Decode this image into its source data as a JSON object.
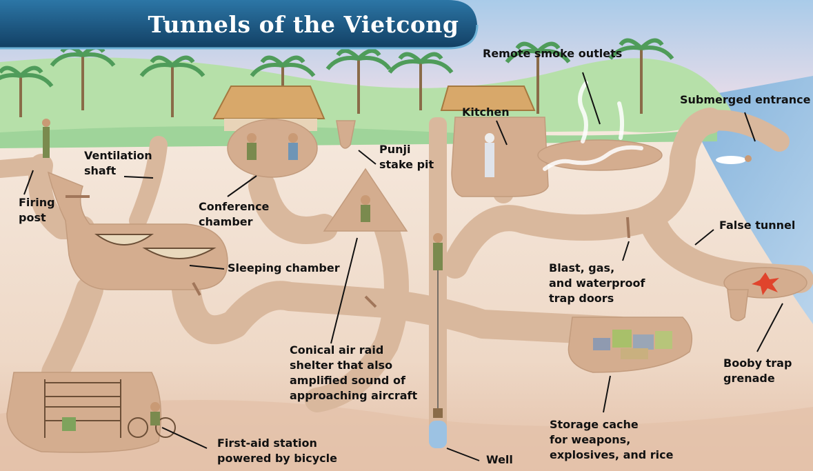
{
  "title": "Tunnels of the Vietcong",
  "colors": {
    "sky": "#cfe3f4",
    "jungle": "#bfe3b4",
    "soil_top": "#f1dfcf",
    "soil_deep": "#e6c4ad",
    "tunnel": "#d8b69a",
    "chamber": "#c9a285",
    "water": "#8fb8dc",
    "banner": "#1f5c86"
  },
  "labels": {
    "firing_post": [
      "Firing",
      "post"
    ],
    "ventilation_shaft": [
      "Ventilation",
      "shaft"
    ],
    "conference_chamber": [
      "Conference",
      "chamber"
    ],
    "punji_pit": [
      "Punji",
      "stake pit"
    ],
    "kitchen": [
      "Kitchen"
    ],
    "smoke_outlets": [
      "Remote smoke outlets"
    ],
    "submerged_entrance": [
      "Submerged entrance"
    ],
    "sleeping_chamber": [
      "Sleeping chamber"
    ],
    "false_tunnel": [
      "False tunnel"
    ],
    "trap_doors": [
      "Blast, gas,",
      "and waterproof",
      "trap doors"
    ],
    "air_raid_shelter": [
      "Conical air raid",
      "shelter that also",
      "amplified sound of",
      "approaching aircraft"
    ],
    "booby_trap": [
      "Booby trap",
      "grenade"
    ],
    "storage_cache": [
      "Storage cache",
      "for weapons,",
      "explosives, and rice"
    ],
    "first_aid": [
      "First-aid station",
      "powered by bicycle"
    ],
    "well": [
      "Well"
    ]
  }
}
